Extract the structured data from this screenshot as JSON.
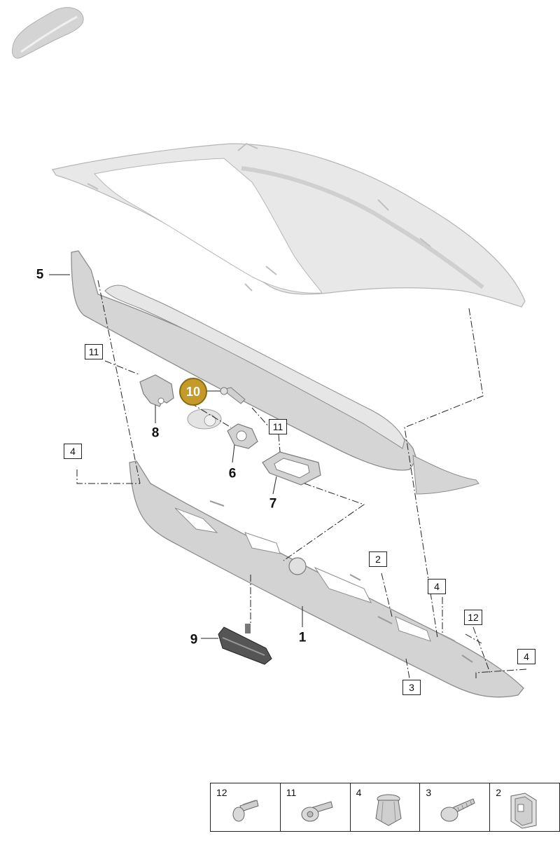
{
  "callouts": {
    "c1": "1",
    "c5": "5",
    "c6": "6",
    "c7": "7",
    "c8": "8",
    "c9": "9",
    "c10": "10"
  },
  "boxed": {
    "b11a": "11",
    "b11b": "11",
    "b4a": "4",
    "b2": "2",
    "b4b": "4",
    "b12": "12",
    "b4c": "4",
    "b3": "3"
  },
  "legend": [
    {
      "number": "12",
      "icon": "bolt-icon"
    },
    {
      "number": "11",
      "icon": "flange-screw-icon"
    },
    {
      "number": "4",
      "icon": "clip-rivet-icon"
    },
    {
      "number": "3",
      "icon": "self-tap-screw-icon"
    },
    {
      "number": "2",
      "icon": "spring-clip-icon"
    }
  ],
  "colors": {
    "highlight": "#c49a2a",
    "part_fill": "#d9d9d9",
    "part_stroke": "#8c8c8c"
  }
}
